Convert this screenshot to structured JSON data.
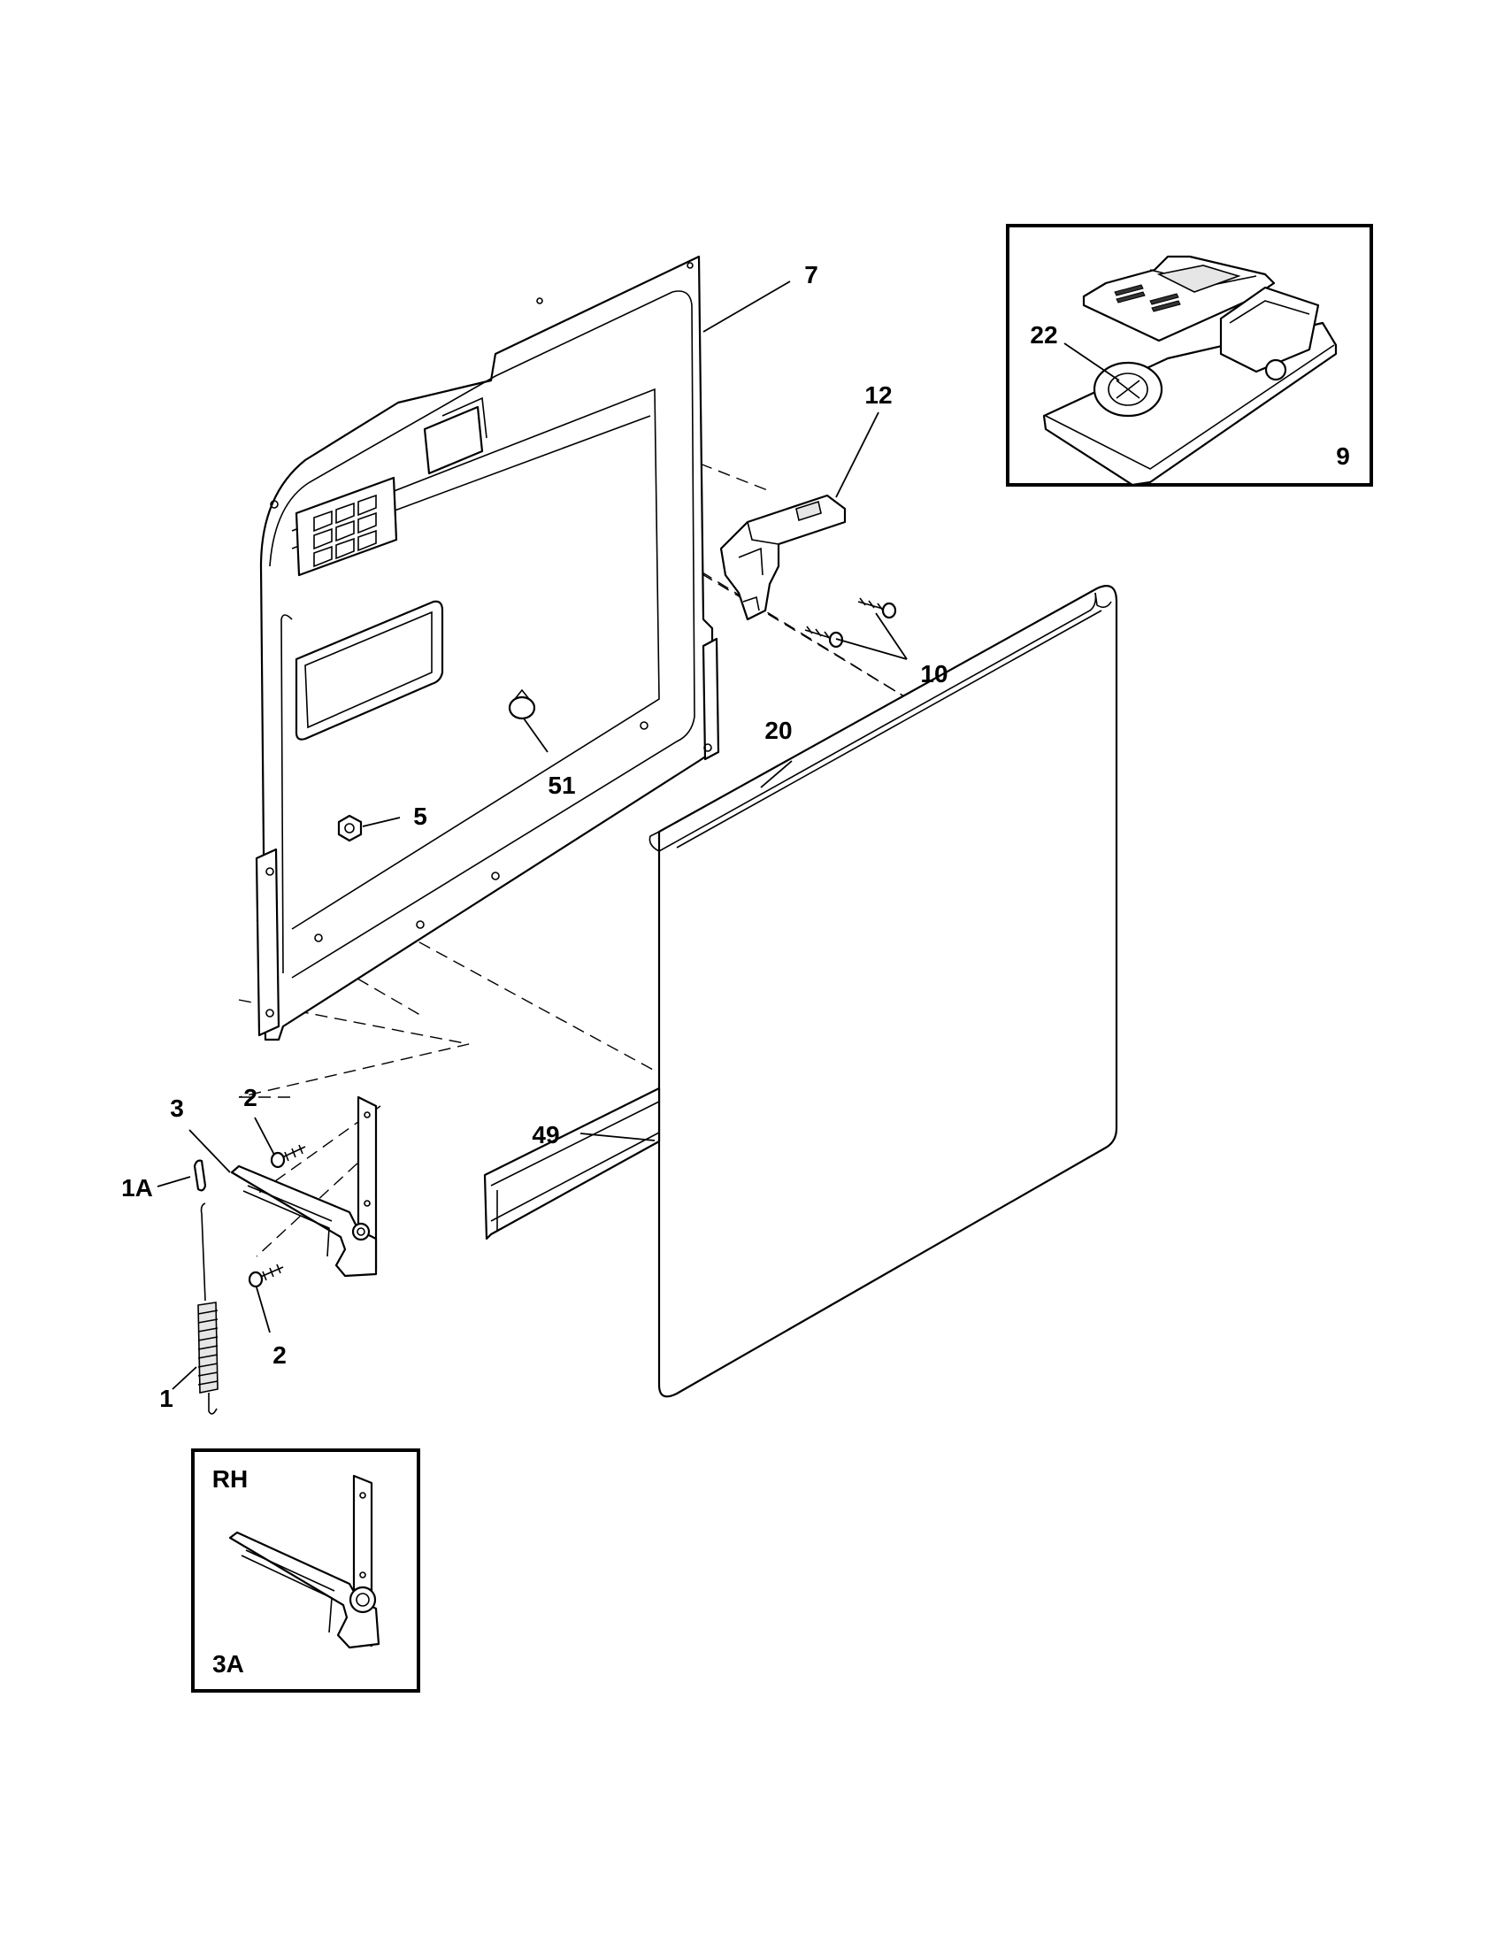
{
  "callouts": {
    "c7": "7",
    "c12": "12",
    "c10": "10",
    "c20": "20",
    "c51": "51",
    "c5": "5",
    "c49": "49",
    "c3": "3",
    "c2a": "2",
    "c2b": "2",
    "c1a": "1A",
    "c1": "1",
    "c22": "22",
    "c9": "9"
  },
  "inset_rh": {
    "side_label": "RH",
    "part_label": "3A"
  }
}
